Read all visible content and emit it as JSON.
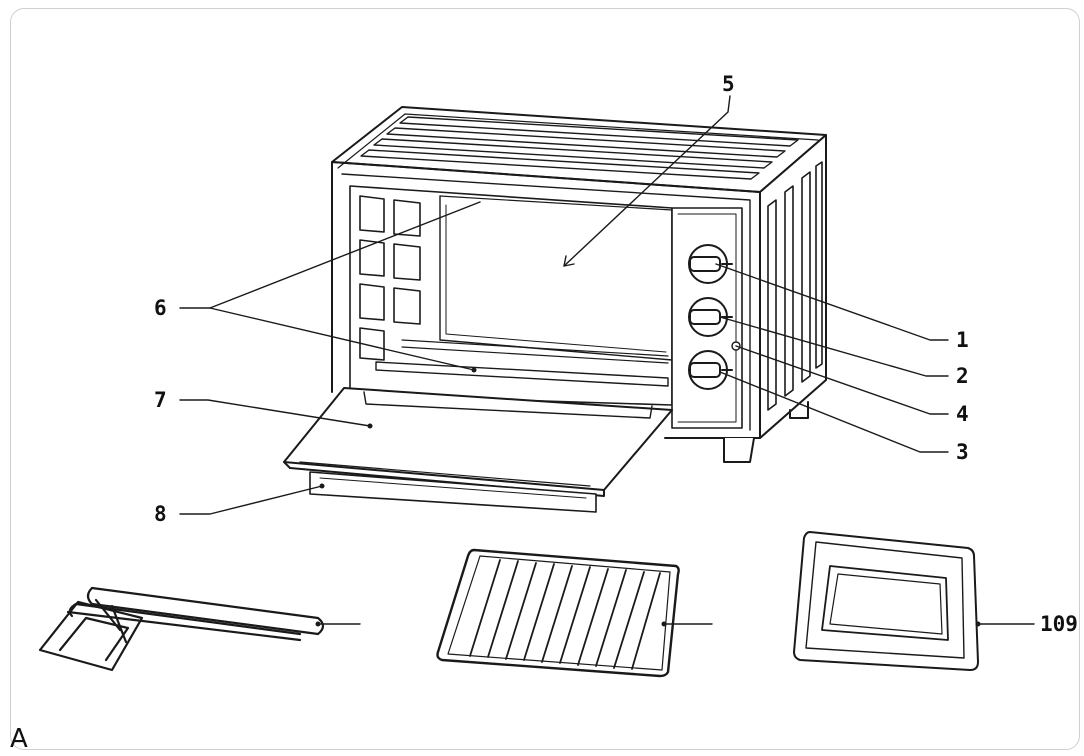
{
  "figure": {
    "corner_letter": "A",
    "callouts": [
      {
        "id": "1",
        "text": "1"
      },
      {
        "id": "2",
        "text": "2"
      },
      {
        "id": "3",
        "text": "3"
      },
      {
        "id": "4",
        "text": "4"
      },
      {
        "id": "5",
        "text": "5"
      },
      {
        "id": "6",
        "text": "6"
      },
      {
        "id": "7",
        "text": "7"
      },
      {
        "id": "8",
        "text": "8"
      },
      {
        "id": "9",
        "text": "9"
      },
      {
        "id": "10",
        "text": "10"
      }
    ]
  }
}
